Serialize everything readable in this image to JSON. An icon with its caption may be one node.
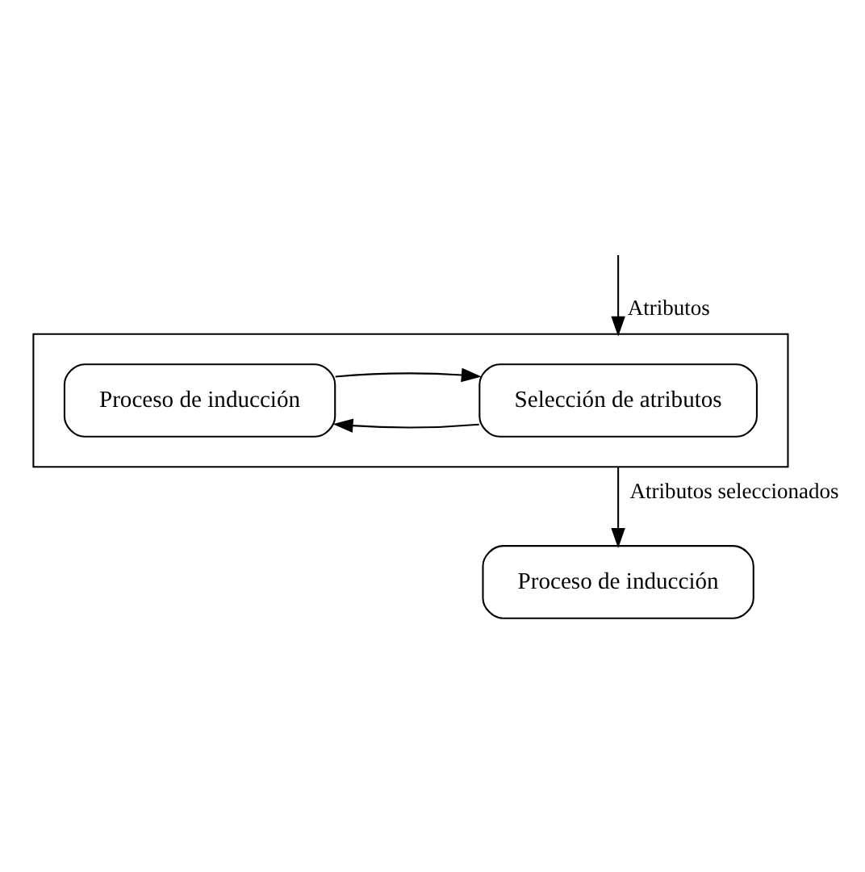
{
  "diagram": {
    "nodes": [
      {
        "text": [],
        "shape": "box"
      },
      {
        "text": [
          "Selección de atributos"
        ],
        "in": 0
      },
      {
        "text": [
          "Proceso de inducción"
        ],
        "in": 0
      },
      {
        "text": [
          "Proceso de inducción"
        ]
      }
    ],
    "edges": [
      {
        "from": null,
        "to": 0,
        "arrow": "to",
        "label": "Atributos"
      },
      {
        "from": 1,
        "to": 2,
        "arrow": "to"
      },
      {
        "from": 2,
        "to": 1,
        "arrow": "to"
      },
      {
        "from": 0,
        "to": 3,
        "arrow": "to",
        "label": "Atributos seleccionados"
      }
    ]
  }
}
